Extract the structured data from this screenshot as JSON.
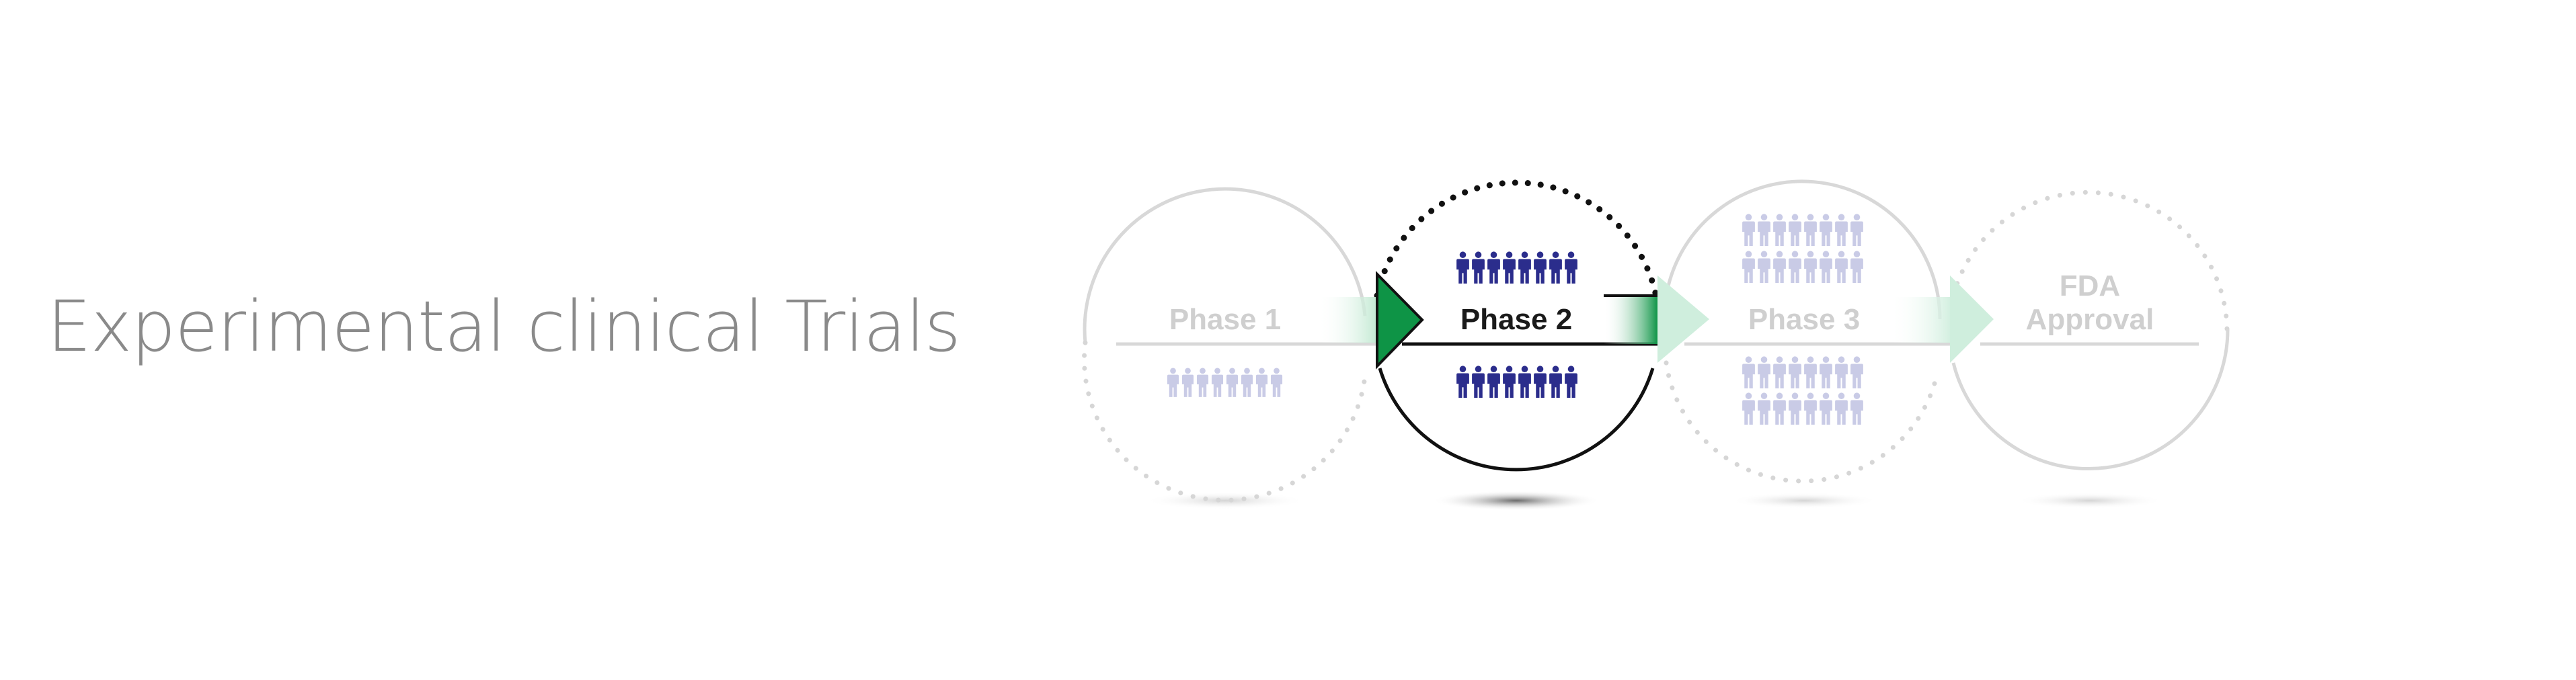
{
  "page": {
    "title": "Experimental clinical Trials"
  },
  "stages": [
    {
      "key": "phase1",
      "label": "Phase 1",
      "active": false
    },
    {
      "key": "phase2",
      "label": "Phase 2",
      "active": true
    },
    {
      "key": "phase3",
      "label": "Phase 3",
      "active": false
    },
    {
      "key": "fda",
      "label_line1": "FDA",
      "label_line2": "Approval",
      "active": false
    }
  ],
  "colors": {
    "title": "#8a8a8a",
    "faded_label": "#cfcfcf",
    "faded_circle": "#d8d8d8",
    "active_label": "#1a1a1a",
    "active_circle": "#111111",
    "people_active": "#2b2d8c",
    "people_faded": "#c9cbe6",
    "arrow_green": "#0e9446",
    "arrow_green_light": "#cfeedd"
  },
  "icons": {
    "person": "person-icon",
    "arrow": "arrow-right-icon"
  }
}
